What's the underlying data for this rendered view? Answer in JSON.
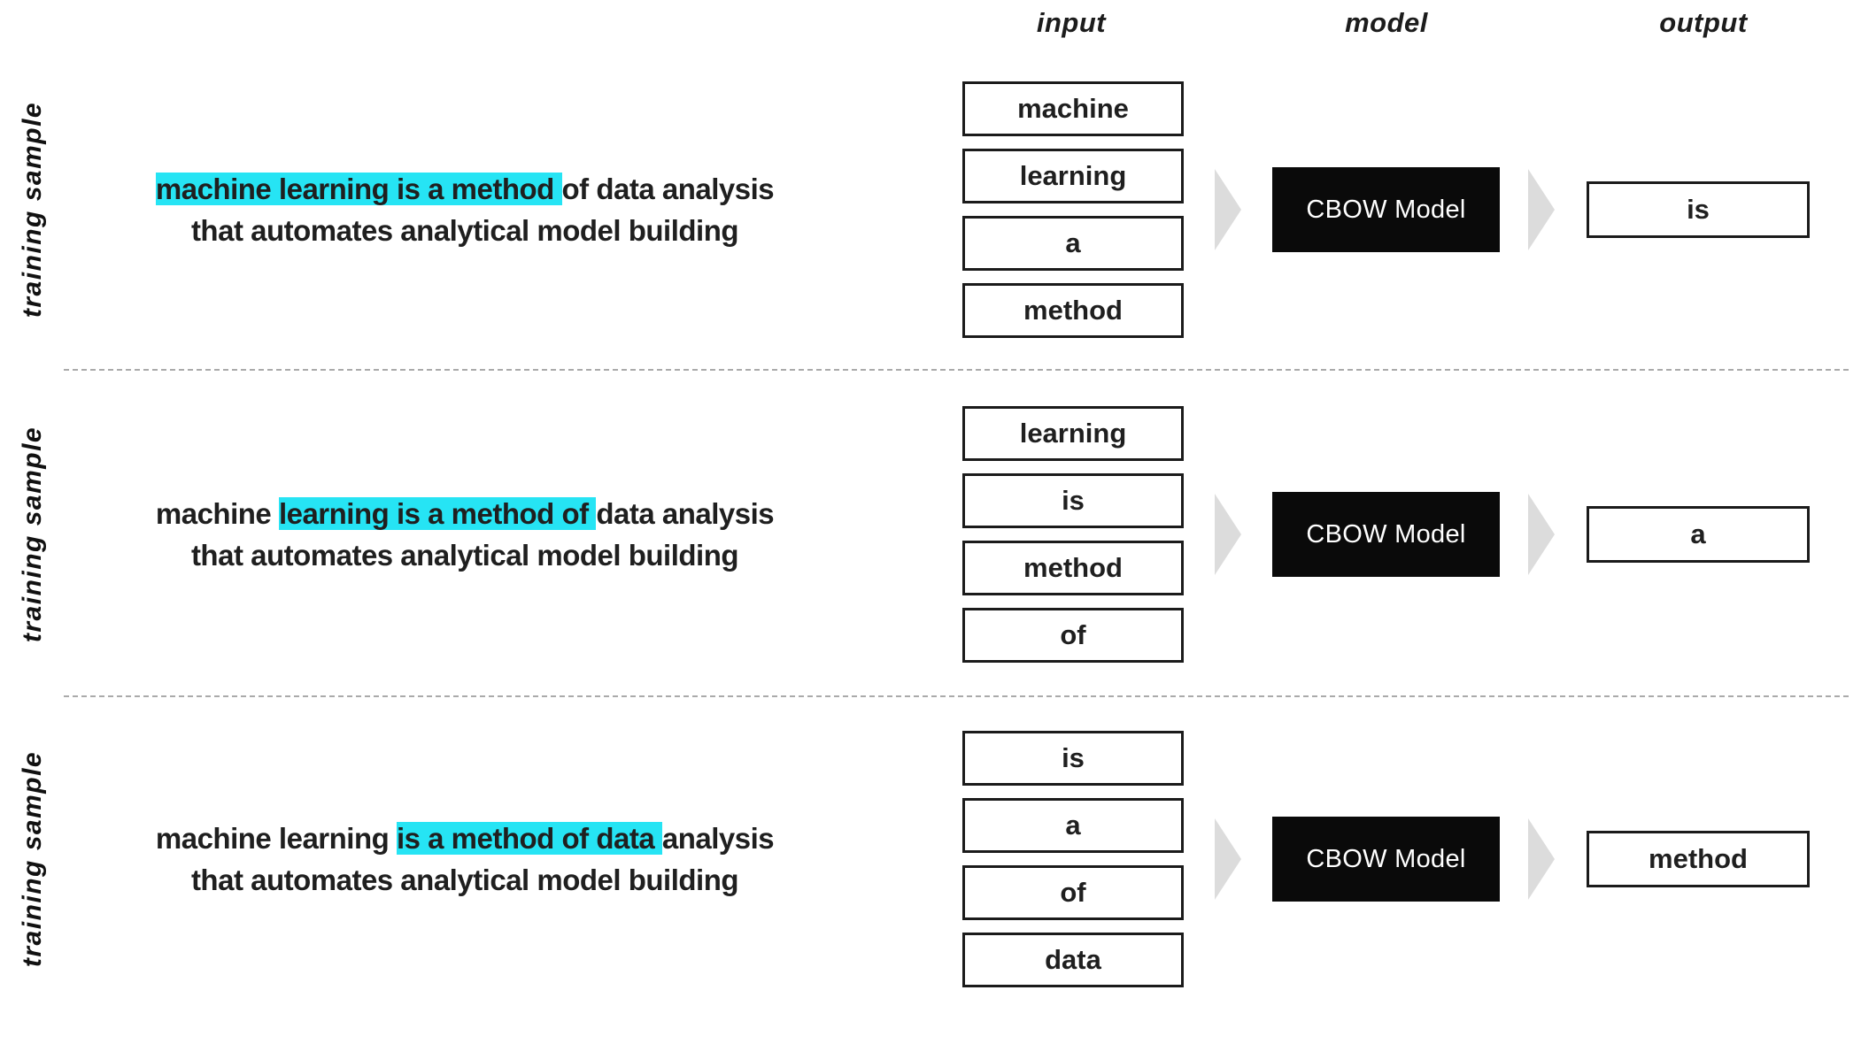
{
  "headers": {
    "input": "input",
    "model": "model",
    "output": "output"
  },
  "colors": {
    "highlight": "#26e4f4",
    "model_box_bg": "#0a0a0a",
    "model_box_text": "#ffffff",
    "word_box_border": "#1b1b1b",
    "arrow": "#dcdcdc",
    "text": "#1f1f1f",
    "separator": "#aaaaaa"
  },
  "rows": [
    {
      "side_label": "training sample",
      "sentence": {
        "line1": [
          {
            "text": "machine learning is a method ",
            "highlight": true
          },
          {
            "text": "of data analysis",
            "highlight": false
          }
        ],
        "line2": [
          {
            "text": "that automates analytical model building",
            "highlight": false
          }
        ]
      },
      "inputs": [
        "machine",
        "learning",
        "a",
        "method"
      ],
      "model_label": "CBOW Model",
      "output": "is"
    },
    {
      "side_label": "training sample",
      "sentence": {
        "line1": [
          {
            "text": "machine ",
            "highlight": false
          },
          {
            "text": "learning is a method of ",
            "highlight": true
          },
          {
            "text": "data analysis",
            "highlight": false
          }
        ],
        "line2": [
          {
            "text": "that automates analytical model building",
            "highlight": false
          }
        ]
      },
      "inputs": [
        "learning",
        "is",
        "method",
        "of"
      ],
      "model_label": "CBOW Model",
      "output": "a"
    },
    {
      "side_label": "training sample",
      "sentence": {
        "line1": [
          {
            "text": "machine learning ",
            "highlight": false
          },
          {
            "text": "is a method of data ",
            "highlight": true
          },
          {
            "text": "analysis",
            "highlight": false
          }
        ],
        "line2": [
          {
            "text": "that automates analytical model building",
            "highlight": false
          }
        ]
      },
      "inputs": [
        "is",
        "a",
        "of",
        "data"
      ],
      "model_label": "CBOW Model",
      "output": "method"
    }
  ]
}
